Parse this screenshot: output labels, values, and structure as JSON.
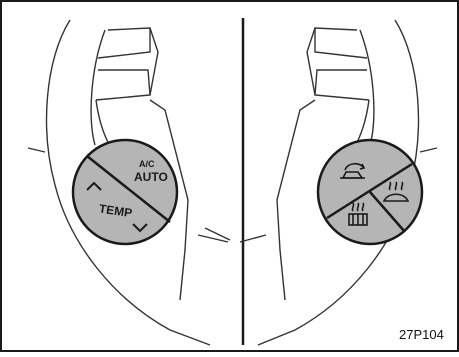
{
  "left_switch": {
    "top_label": "A/C",
    "auto_label": "AUTO",
    "temp_label": "TEMP",
    "up_icon": "chevron-up-icon",
    "down_icon": "chevron-down-icon"
  },
  "right_switch": {
    "top_icon": "recirculation-icon",
    "right_icon": "front-defroster-icon",
    "bottom_icon": "rear-defogger-icon"
  },
  "figure_code": "27P104",
  "colors": {
    "button_fill": "#b5b5b5",
    "line": "#1a1a1a",
    "background": "#ffffff"
  }
}
